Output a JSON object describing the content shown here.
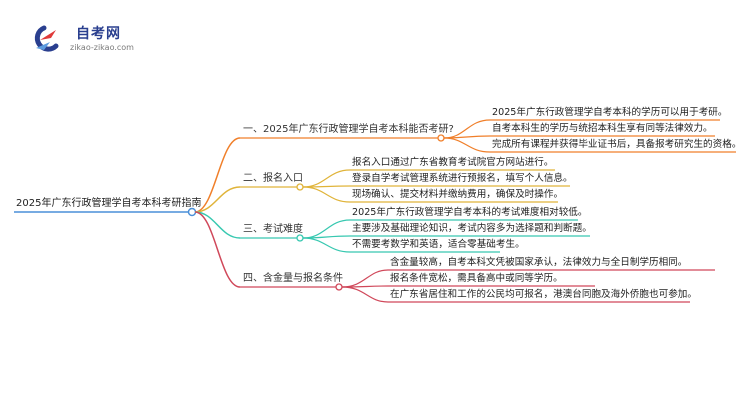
{
  "logo": {
    "title": "自考网",
    "subtitle": "zikao-zikao.com"
  },
  "root": "2025年广东行政管理学自考本科考研指南",
  "branches": [
    {
      "label": "一、2025年广东行政管理学自考本科能否考研?",
      "color": "#f07f2a",
      "items": [
        "2025年广东行政管理学自考本科的学历可以用于考研。",
        "自考本科生的学历与统招本科生享有同等法律效力。",
        "完成所有课程并获得毕业证书后，具备报考研究生的资格。"
      ]
    },
    {
      "label": "二、报名入口",
      "color": "#e0b43a",
      "items": [
        "报名入口通过广东省教育考试院官方网站进行。",
        "登录自学考试管理系统进行预报名，填写个人信息。",
        "现场确认、提交材料并缴纳费用，确保及时操作。"
      ]
    },
    {
      "label": "三、考试难度",
      "color": "#37c8b0",
      "items": [
        "2025年广东行政管理学自考本科的考试难度相对较低。",
        "主要涉及基础理论知识，考试内容多为选择题和判断题。",
        "不需要考数学和英语，适合零基础考生。"
      ]
    },
    {
      "label": "四、含金量与报名条件",
      "color": "#d0485a",
      "items": [
        "含金量较高，自考本科文凭被国家承认，法律效力与全日制学历相同。",
        "报名条件宽松，需具备高中或同等学历。",
        "在广东省居住和工作的公民均可报名，港澳台同胞及海外侨胞也可参加。"
      ]
    }
  ],
  "colors": {
    "root_line": "#4a8fd8",
    "logo_blue": "#2a3f8f",
    "logo_red": "#e03a3a"
  }
}
